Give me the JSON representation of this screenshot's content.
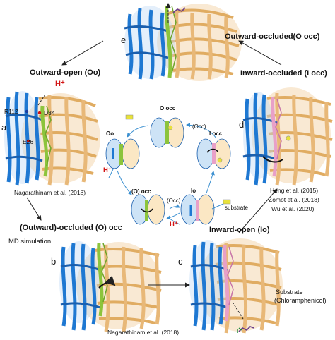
{
  "panels": {
    "a": "a",
    "b": "b",
    "c": "c",
    "d": "d",
    "e": "e"
  },
  "stages": {
    "outward_open": "Outward-open (Oo)",
    "outward_occluded_top": "Outward-occluded(O occ)",
    "inward_occluded": "Inward-occluded (I occ)",
    "outward_occluded_mid": "(Outward)-occluded (O) occ",
    "inward_open": "Inward-open (Io)"
  },
  "residues": {
    "r112": "R112",
    "d34": "D34",
    "e26": "E26"
  },
  "proton": "H⁺",
  "references": {
    "nagarathinam_a": "Nagarathinam et al. (2018)",
    "nagarathinam_b": "Nagarathinam et al. (2018)",
    "heng": "Heng et al. (2015)",
    "zomot": "Zomot et al. (2018)",
    "wu": "Wu et al. (2020)"
  },
  "md_simulation": "MD simulation",
  "substrate_label": [
    "Substrate",
    "(Chloramphenicol)"
  ],
  "cycle": {
    "o_occ": "O occ",
    "oo": "Oo",
    "i_occ": "I occ",
    "occ_right": "(Occ)",
    "o_occ_bottom": "(O) occ",
    "occ_bottom": "(Occ)",
    "io": "Io",
    "substrate": "substrate"
  },
  "colors": {
    "n_domain_blue": "#1e78d2",
    "c_domain_tan": "#e8b878",
    "helix_green": "#8cc43c",
    "helix_pink": "#e8a0c8",
    "cycle_arrow": "#3a8fd0",
    "proton_red": "#d21414",
    "substrate_yellow": "#e8e23a"
  }
}
